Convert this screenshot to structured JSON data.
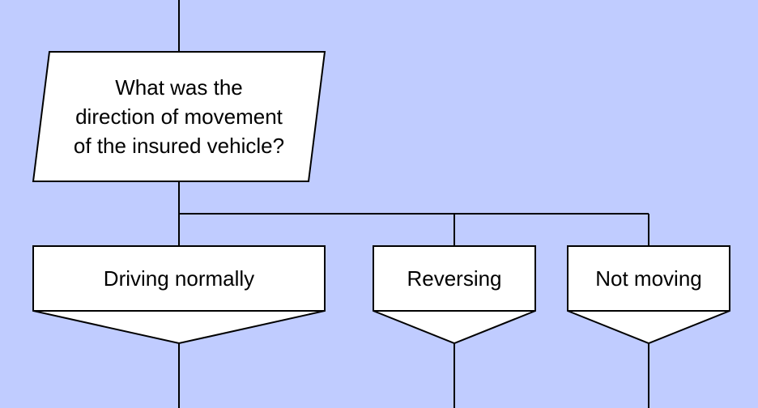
{
  "colors": {
    "background": "#c0ccff",
    "node_fill": "#ffffff",
    "stroke": "#000000"
  },
  "question": {
    "lines": [
      "What was the",
      "direction of movement",
      "of the insured vehicle?"
    ]
  },
  "options": [
    {
      "label": "Driving normally"
    },
    {
      "label": "Reversing"
    },
    {
      "label": "Not moving"
    }
  ]
}
